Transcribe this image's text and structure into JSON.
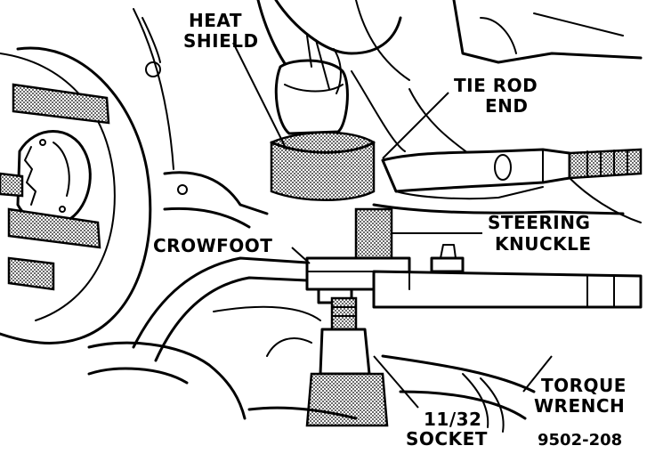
{
  "labels": {
    "heat_shield_1": "HEAT",
    "heat_shield_2": "SHIELD",
    "tie_rod_end_1": "TIE ROD",
    "tie_rod_end_2": "END",
    "crowfoot": "CROWFOOT",
    "steering_knuckle_1": "STEERING",
    "steering_knuckle_2": "KNUCKLE",
    "torque_wrench_1": "TORQUE",
    "torque_wrench_2": "WRENCH",
    "socket_1": "11/32",
    "socket_2": "SOCKET",
    "figure_id": "9502-208"
  }
}
